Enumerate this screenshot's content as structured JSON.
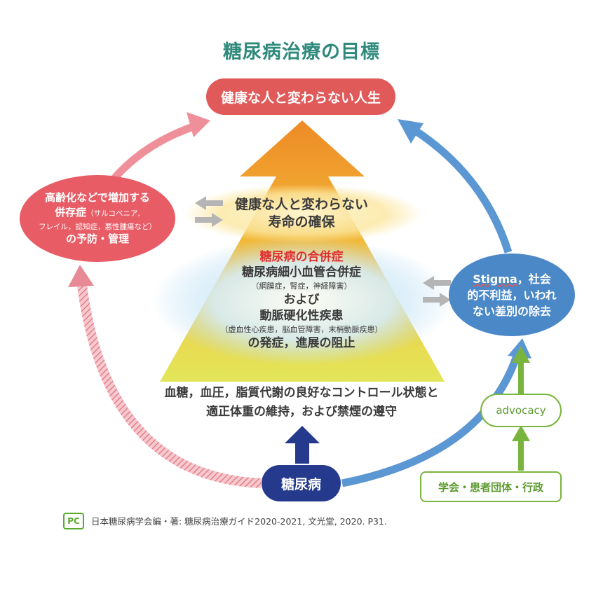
{
  "title": "糖尿病治療の目標",
  "goal": {
    "label": "健康な人と変わらない人生"
  },
  "comorbidity": {
    "line1": "高齢化などで増加する",
    "line2": "併存症",
    "line2_note": "（サルコペニア,",
    "line3": "フレイル，認知症，悪性腫瘍など）",
    "line4": "の予防・管理"
  },
  "stigma": {
    "word": "Stigma",
    "line1_rest": "，社会",
    "line2": "的不利益，いわれ",
    "line3": "ない差別の除去"
  },
  "lifespan": {
    "line1": "健康な人と変わらない",
    "line2": "寿命の確保"
  },
  "complications": {
    "heading": "糖尿病の合併症",
    "line1": "糖尿病細小血管合併症",
    "line1_note": "（網膜症，腎症，神経障害）",
    "conj": "および",
    "line2": "動脈硬化性疾患",
    "line2_note": "（虚血性心疾患，脳血管障害，末梢動脈疾患）",
    "line3": "の発症，進展の阻止"
  },
  "control": {
    "line1": "血糖，血圧，脂質代謝の良好なコントロール状態と",
    "line2": "適正体重の維持，および禁煙の遵守"
  },
  "diabetes": {
    "label": "糖尿病"
  },
  "advocacy": {
    "label": "advocacy"
  },
  "orgs": {
    "label": "学会・患者団体・行政"
  },
  "source": {
    "logo": "PC",
    "text": "日本糖尿病学会編・著: 糖尿病治療ガイド2020-2021, 文光堂, 2020. P31."
  },
  "colors": {
    "title": "#2f8a7c",
    "goal_red": "#e05a5a",
    "comorbidity_pink": "#e85c66",
    "stigma_blue": "#4a88c7",
    "diabetes_navy": "#253a8c",
    "advocacy_green": "#79b53e",
    "complication_red": "#e03030"
  }
}
